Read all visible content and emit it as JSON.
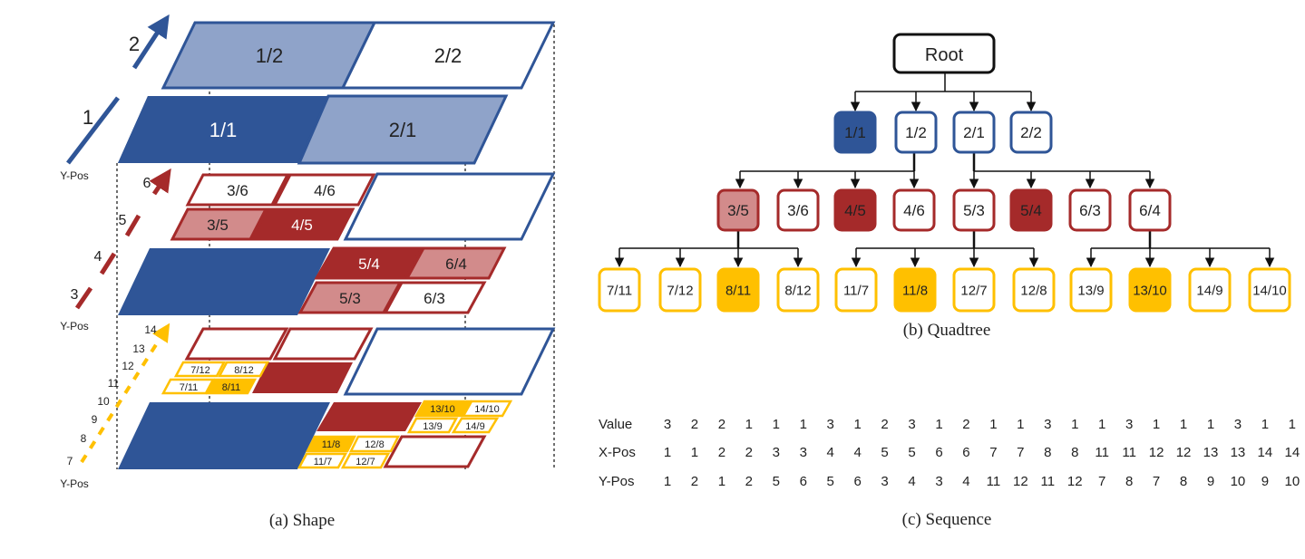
{
  "colors": {
    "blue": "#2f5597",
    "blue_light": "#8fa3c9",
    "red": "#a52a2a",
    "red_light": "#d28b8b",
    "yellow": "#ffc000",
    "text": "#222222"
  },
  "shape": {
    "caption": "(a) Shape",
    "level1": {
      "axis_title": "Y-Pos",
      "axis_numbers": [
        "1",
        "2"
      ],
      "cells": [
        {
          "label": "1/2",
          "style": "blue-light"
        },
        {
          "label": "2/2",
          "style": "outline-blue"
        },
        {
          "label": "1/1",
          "style": "blue"
        },
        {
          "label": "2/1",
          "style": "blue-light"
        }
      ]
    },
    "level2": {
      "axis_title": "Y-Pos",
      "axis_numbers": [
        "3",
        "4",
        "5",
        "6"
      ],
      "cells": [
        {
          "label": "3/6",
          "style": "outline-red"
        },
        {
          "label": "4/6",
          "style": "outline-red"
        },
        {
          "label": "3/5",
          "style": "red-light"
        },
        {
          "label": "4/5",
          "style": "red"
        },
        {
          "label": "5/4",
          "style": "red"
        },
        {
          "label": "6/4",
          "style": "red-light"
        },
        {
          "label": "5/3",
          "style": "red-light"
        },
        {
          "label": "6/3",
          "style": "outline-red"
        }
      ]
    },
    "level3": {
      "axis_title": "Y-Pos",
      "axis_numbers": [
        "7",
        "8",
        "9",
        "10",
        "11",
        "12",
        "13",
        "14"
      ],
      "cells": [
        {
          "label": "7/12",
          "style": "outline-yellow"
        },
        {
          "label": "8/12",
          "style": "outline-yellow"
        },
        {
          "label": "7/11",
          "style": "outline-yellow"
        },
        {
          "label": "8/11",
          "style": "yellow"
        },
        {
          "label": "13/10",
          "style": "yellow"
        },
        {
          "label": "14/10",
          "style": "outline-yellow"
        },
        {
          "label": "13/9",
          "style": "outline-yellow"
        },
        {
          "label": "14/9",
          "style": "outline-yellow"
        },
        {
          "label": "11/8",
          "style": "yellow"
        },
        {
          "label": "12/8",
          "style": "outline-yellow"
        },
        {
          "label": "11/7",
          "style": "outline-yellow"
        },
        {
          "label": "12/7",
          "style": "outline-yellow"
        }
      ]
    }
  },
  "quadtree": {
    "caption": "(b) Quadtree",
    "root": "Root",
    "level1": [
      {
        "label": "1/1",
        "style": "blue"
      },
      {
        "label": "1/2",
        "style": "outline-blue"
      },
      {
        "label": "2/1",
        "style": "outline-blue"
      },
      {
        "label": "2/2",
        "style": "outline-blue"
      }
    ],
    "level2": [
      {
        "label": "3/5",
        "style": "red-light"
      },
      {
        "label": "3/6",
        "style": "outline-red"
      },
      {
        "label": "4/5",
        "style": "red"
      },
      {
        "label": "4/6",
        "style": "outline-red"
      },
      {
        "label": "5/3",
        "style": "outline-red"
      },
      {
        "label": "5/4",
        "style": "red"
      },
      {
        "label": "6/3",
        "style": "outline-red"
      },
      {
        "label": "6/4",
        "style": "outline-red"
      }
    ],
    "level3": [
      {
        "label": "7/11",
        "style": "outline-yellow"
      },
      {
        "label": "7/12",
        "style": "outline-yellow"
      },
      {
        "label": "8/11",
        "style": "yellow"
      },
      {
        "label": "8/12",
        "style": "outline-yellow"
      },
      {
        "label": "11/7",
        "style": "outline-yellow"
      },
      {
        "label": "11/8",
        "style": "yellow"
      },
      {
        "label": "12/7",
        "style": "outline-yellow"
      },
      {
        "label": "12/8",
        "style": "outline-yellow"
      },
      {
        "label": "13/9",
        "style": "outline-yellow"
      },
      {
        "label": "13/10",
        "style": "yellow"
      },
      {
        "label": "14/9",
        "style": "outline-yellow"
      },
      {
        "label": "14/10",
        "style": "outline-yellow"
      }
    ]
  },
  "sequence": {
    "caption": "(c) Sequence",
    "rows": [
      {
        "label": "Value",
        "values": [
          "3",
          "2",
          "2",
          "1",
          "1",
          "1",
          "3",
          "1",
          "2",
          "3",
          "1",
          "2",
          "1",
          "1",
          "3",
          "1",
          "1",
          "3",
          "1",
          "1",
          "1",
          "3",
          "1",
          "1"
        ]
      },
      {
        "label": "X-Pos",
        "values": [
          "1",
          "1",
          "2",
          "2",
          "3",
          "3",
          "4",
          "4",
          "5",
          "5",
          "6",
          "6",
          "7",
          "7",
          "8",
          "8",
          "11",
          "11",
          "12",
          "12",
          "13",
          "13",
          "14",
          "14"
        ]
      },
      {
        "label": "Y-Pos",
        "values": [
          "1",
          "2",
          "1",
          "2",
          "5",
          "6",
          "5",
          "6",
          "3",
          "4",
          "3",
          "4",
          "11",
          "12",
          "11",
          "12",
          "7",
          "8",
          "7",
          "8",
          "9",
          "10",
          "9",
          "10"
        ]
      }
    ],
    "group_colors": [
      "blue",
      "blue",
      "blue",
      "blue",
      "red",
      "red",
      "red",
      "red",
      "red",
      "red",
      "red",
      "red",
      "yellow",
      "yellow",
      "yellow",
      "yellow",
      "yellow",
      "yellow",
      "yellow",
      "yellow",
      "yellow",
      "yellow",
      "yellow",
      "yellow"
    ]
  }
}
